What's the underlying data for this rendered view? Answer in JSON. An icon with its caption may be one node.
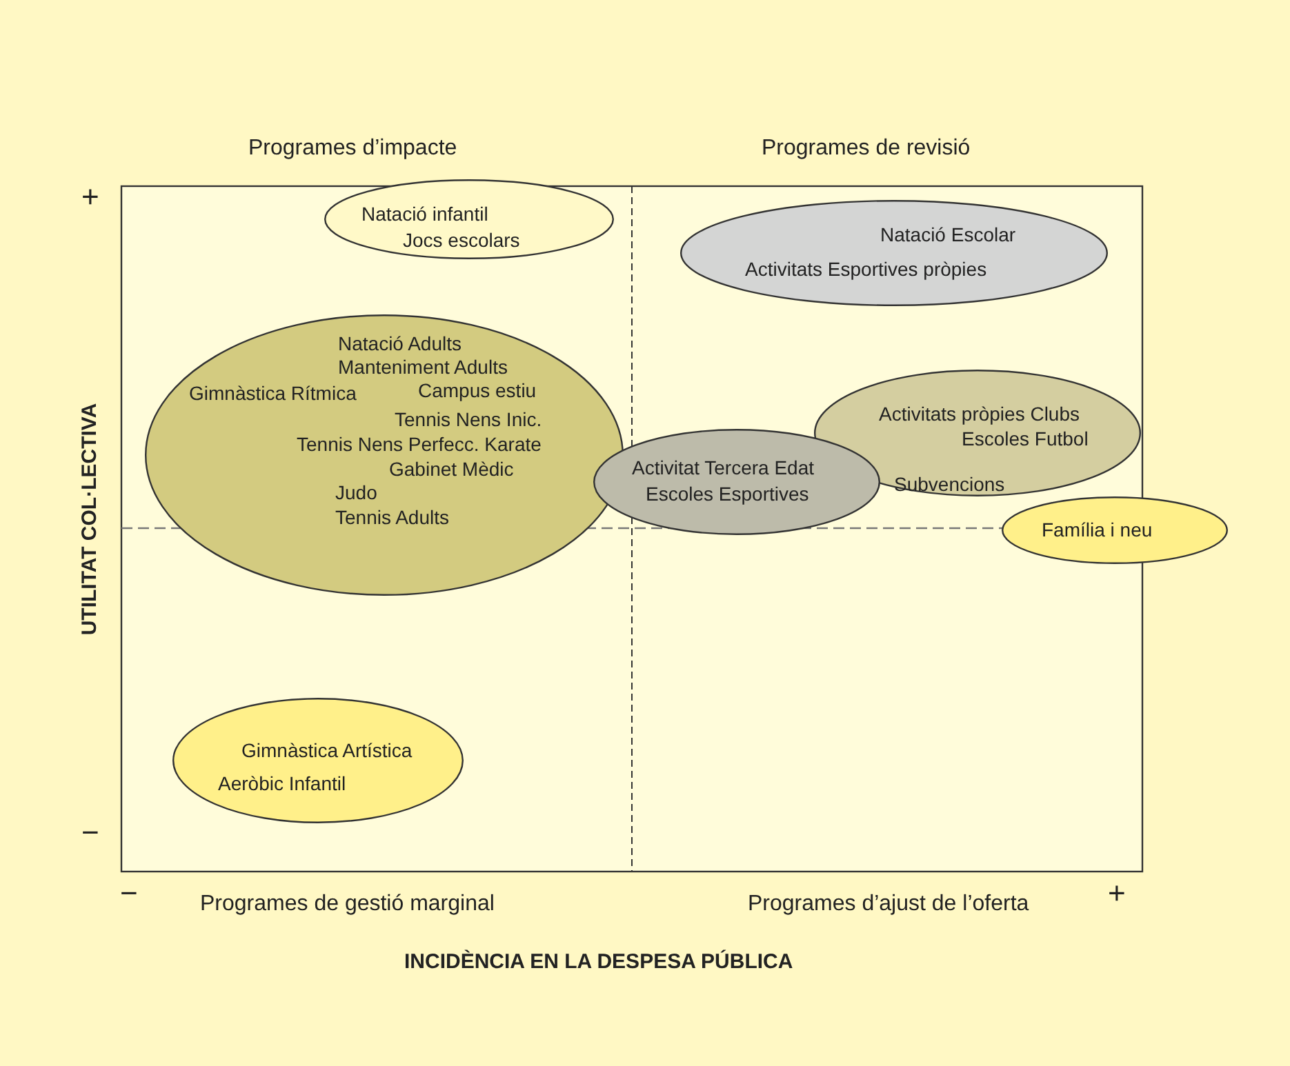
{
  "diagram": {
    "nodes": [
      {
        "text": [
          "Natació infantil",
          "Jocs escolars"
        ]
      },
      {
        "text": [
          "Natació Escolar",
          "Activitats Esportives pròpies"
        ]
      },
      {
        "text": [
          "Natació Adults",
          "Manteniment Adults",
          "Gimnàstica Rítmica",
          "Campus estiu",
          "Tennis Nens Inic.",
          "Tennis Nens Perfecc. Karate",
          "Gabinet Mèdic",
          "Judo",
          "Tennis Adults"
        ]
      },
      {
        "text": [
          "Activitats pròpies Clubs",
          "Escoles Futbol",
          "Subvencions"
        ]
      },
      {
        "text": [
          "Activitat Tercera Edat",
          "Escoles Esportives"
        ]
      },
      {
        "text": [
          "Família i neu"
        ]
      },
      {
        "text": [
          "Gimnàstica Artística",
          "Aeròbic Infantil"
        ]
      }
    ],
    "edges": [],
    "labels": [
      "Programes d’impacte",
      "Programes de revisió",
      "+",
      "UTILITAT COL·LECTIVA",
      "−",
      "−",
      "Programes de gestió marginal",
      "Programes d’ajust de l’oferta",
      "+",
      "INCIDÈNCIA EN LA DESPESA PÚBLICA"
    ]
  }
}
